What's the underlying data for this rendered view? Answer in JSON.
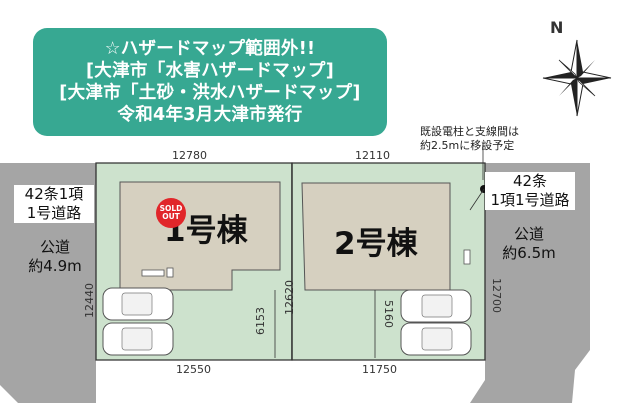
{
  "banner": {
    "line1": "☆ハザードマップ範囲外!!",
    "line2": "[大津市「水害ハザードマップ]",
    "line3": "[大津市「土砂・洪水ハザードマップ]",
    "line4": "令和4年3月大津市発行"
  },
  "compass": {
    "north": "N"
  },
  "roads": {
    "left": {
      "type_line1": "42条1項",
      "type_line2": "1号道路",
      "name": "公道",
      "width": "約4.9m"
    },
    "right": {
      "type_line1": "42条",
      "type_line2": "1項1号道路",
      "name": "公道",
      "width": "約6.5m"
    }
  },
  "note": {
    "line1": "既設電柱と支線間は",
    "line2": "約2.5mに移設予定"
  },
  "lots": {
    "lot1": {
      "building": "1号棟",
      "sold_line1": "SOLD",
      "sold_line2": "OUT"
    },
    "lot2": {
      "building": "2号棟"
    }
  },
  "dimensions": {
    "top_lot1": "12780",
    "top_lot2": "12110",
    "bottom_lot1": "12550",
    "bottom_lot2": "11750",
    "left_side": "12440",
    "shared_side": "12620",
    "right_side": "12700",
    "setback_lot1": "6153",
    "setback_lot2": "5160"
  },
  "colors": {
    "banner": "#37a892",
    "lot": "#cde2cd",
    "building": "#d6d0c0",
    "road": "#a5a5a5",
    "sold": "#e1262a"
  }
}
